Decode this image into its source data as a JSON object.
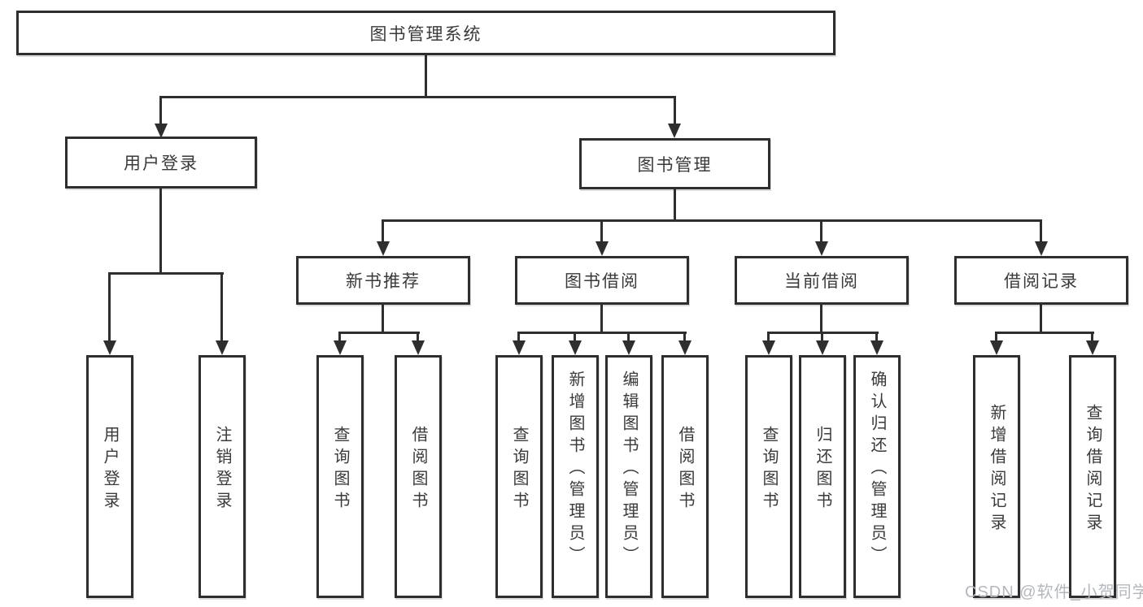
{
  "diagram": {
    "root": {
      "label": "图书管理系统"
    },
    "level2": [
      {
        "label": "用户登录"
      },
      {
        "label": "图书管理"
      }
    ],
    "level3": [
      {
        "label": "新书推荐"
      },
      {
        "label": "图书借阅"
      },
      {
        "label": "当前借阅"
      },
      {
        "label": "借阅记录"
      }
    ],
    "leaves": {
      "user_login": [
        "用户登录",
        "注销登录"
      ],
      "new_book_recommend": [
        "查询图书",
        "借阅图书"
      ],
      "book_borrow": [
        "查询图书",
        "新增图书（管理员）",
        "编辑图书（管理员）",
        "借阅图书"
      ],
      "current_borrow": [
        "查询图书",
        "归还图书",
        "确认归还（管理员）"
      ],
      "borrow_record": [
        "新增借阅记录",
        "查询借阅记录"
      ]
    },
    "colors": {
      "line": "#2e2e2e",
      "text": "#3a3a3a",
      "background": "#ffffff",
      "watermark": "#b4b7bd"
    }
  },
  "watermark": {
    "text": "CSDN @软件_小贺同学"
  }
}
